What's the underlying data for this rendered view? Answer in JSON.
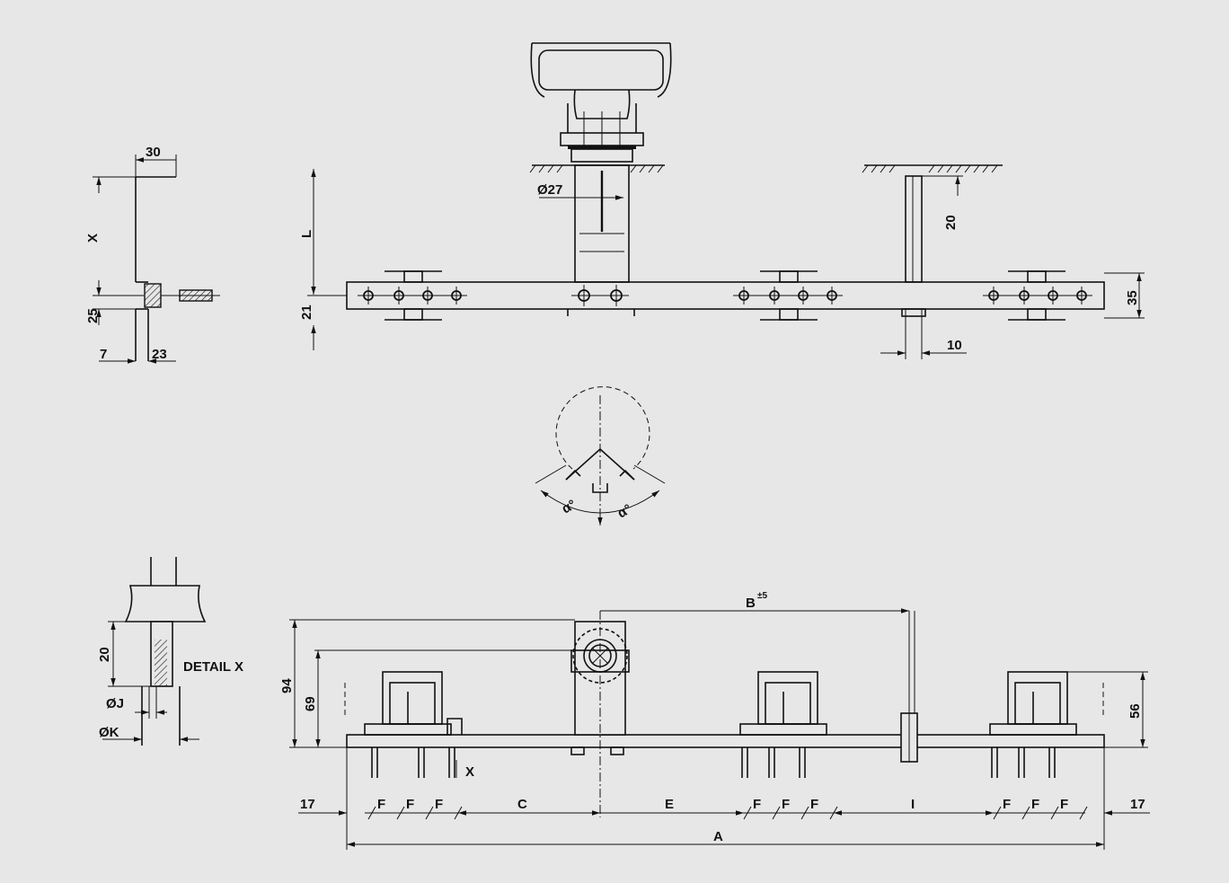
{
  "colors": {
    "background": "#e7e7e7",
    "paper": "#e7e7e7",
    "ink": "#111111"
  },
  "dims": {
    "d30": "30",
    "x": "X",
    "d25": "25",
    "d7": "7",
    "d23": "23",
    "L": "L",
    "d21": "21",
    "dia27": "Ø27",
    "d20": "20",
    "d10": "10",
    "d35": "35",
    "alpha": "α°",
    "dd20": "20",
    "detail": "DETAIL X",
    "dJ": "ØJ",
    "dK": "ØK",
    "d94": "94",
    "d69": "69",
    "d56": "56",
    "B": "B",
    "Btol": "±5",
    "d17l": "17",
    "d17r": "17",
    "F": "F",
    "C": "C",
    "E": "E",
    "I": "I",
    "A": "A",
    "xmark": "X"
  }
}
